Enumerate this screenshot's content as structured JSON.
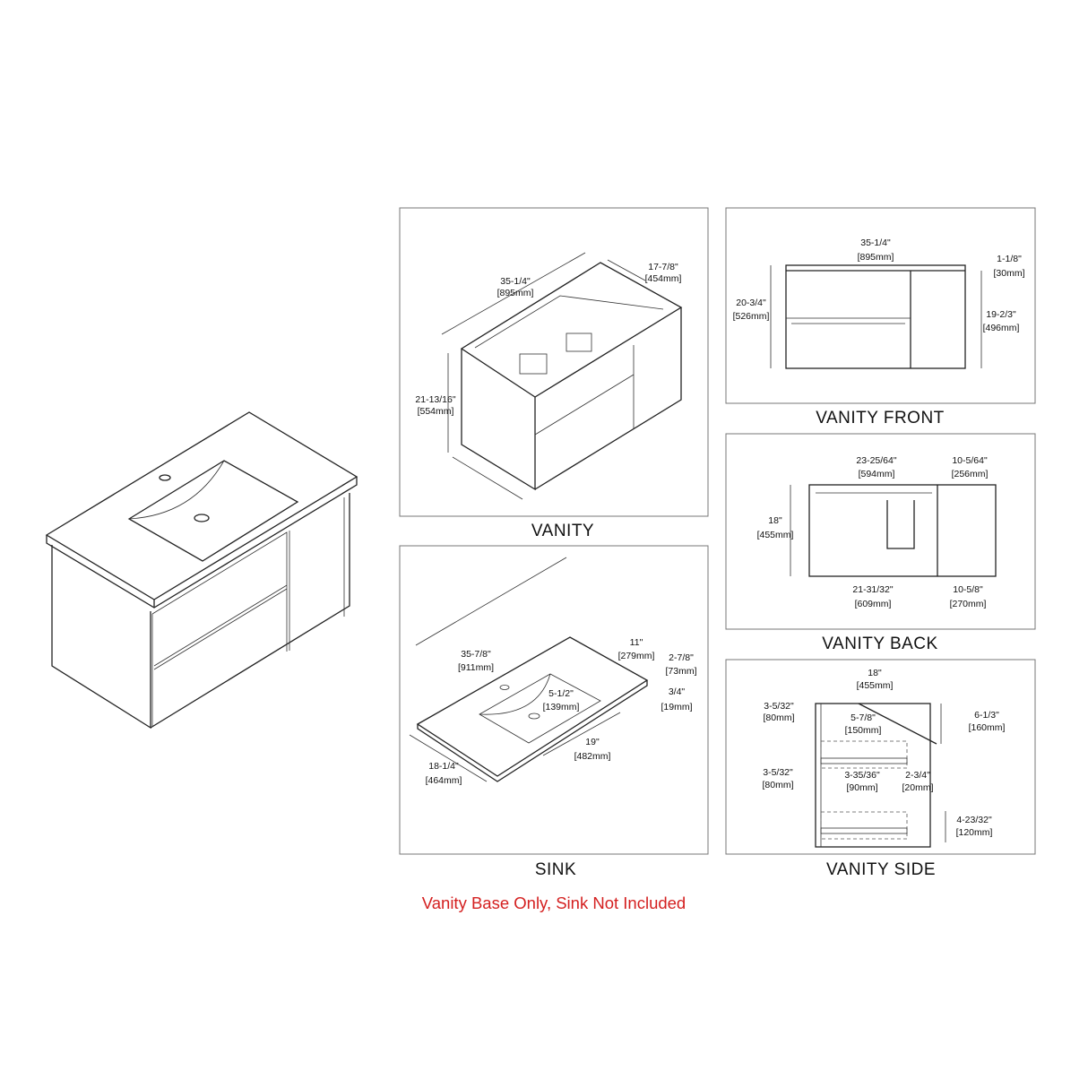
{
  "colors": {
    "note": "#d42020",
    "line": "#222222"
  },
  "panels": {
    "vanity": {
      "title": "VANITY",
      "width": "35-1/4\"",
      "width_mm": "[895mm]",
      "depth": "17-7/8\"",
      "depth_mm": "[454mm]",
      "height": "21-13/16\"",
      "height_mm": "[554mm]"
    },
    "front": {
      "title": "VANITY FRONT",
      "width": "35-1/4\"",
      "width_mm": "[895mm]",
      "top": "1-1/8\"",
      "top_mm": "[30mm]",
      "height": "20-3/4\"",
      "height_mm": "[526mm]",
      "inner": "19-2/3\"",
      "inner_mm": "[496mm]"
    },
    "back": {
      "title": "VANITY BACK",
      "top_left": "23-25/64\"",
      "top_left_mm": "[594mm]",
      "top_right": "10-5/64\"",
      "top_right_mm": "[256mm]",
      "height": "18\"",
      "height_mm": "[455mm]",
      "bottom_left": "21-31/32\"",
      "bottom_left_mm": "[609mm]",
      "bottom_right": "10-5/8\"",
      "bottom_right_mm": "[270mm]"
    },
    "sink": {
      "title": "SINK",
      "length": "35-7/8\"",
      "length_mm": "[911mm]",
      "back": "11\"",
      "back_mm": "[279mm]",
      "lip": "2-7/8\"",
      "lip_mm": "[73mm]",
      "thick": "3/4\"",
      "thick_mm": "[19mm]",
      "bowl": "5-1/2\"",
      "bowl_mm": "[139mm]",
      "front": "19\"",
      "front_mm": "[482mm]",
      "depth": "18-1/4\"",
      "depth_mm": "[464mm]"
    },
    "side": {
      "title": "VANITY SIDE",
      "depth": "18\"",
      "depth_mm": "[455mm]",
      "a": "3-5/32\"",
      "a_mm": "[80mm]",
      "b": "5-7/8\"",
      "b_mm": "[150mm]",
      "c": "6-1/3\"",
      "c_mm": "[160mm]",
      "d": "3-5/32\"",
      "d_mm": "[80mm]",
      "e": "3-35/36\"",
      "e_mm": "[90mm]",
      "f": "2-3/4\"",
      "f_mm": "[20mm]",
      "g": "4-23/32\"",
      "g_mm": "[120mm]"
    }
  },
  "note": "Vanity Base Only, Sink Not Included"
}
